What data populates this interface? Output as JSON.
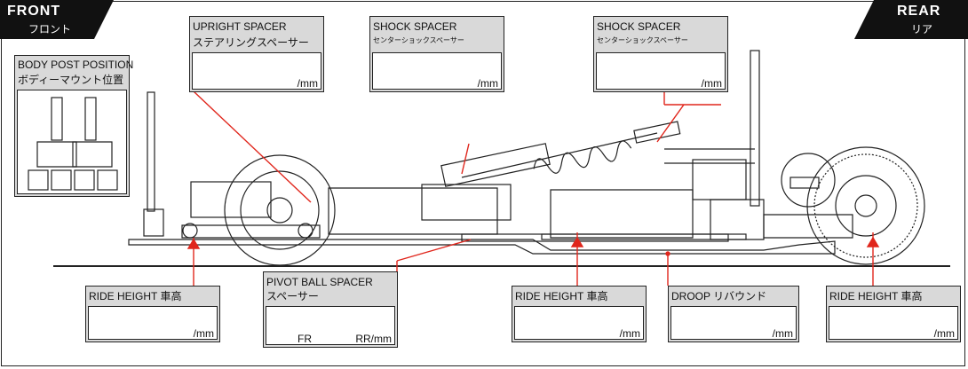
{
  "corner_front": {
    "en": "FRONT",
    "jp": "フロント"
  },
  "corner_rear": {
    "en": "REAR",
    "jp": "リア"
  },
  "body_post": {
    "title": "BODY POST POSITION",
    "subtitle": "ボディーマウント位置"
  },
  "upright_spacer": {
    "title": "UPRIGHT SPACER",
    "subtitle": "ステアリングスペーサー",
    "unit": "/mm"
  },
  "shock_spacer_front": {
    "title": "SHOCK SPACER",
    "subtitle": "センターショックスペーサー",
    "unit": "/mm"
  },
  "shock_spacer_rear": {
    "title": "SHOCK SPACER",
    "subtitle": "センターショックスペーサー",
    "unit": "/mm"
  },
  "ride_height_front": {
    "title": "RIDE HEIGHT 車高",
    "unit": "/mm"
  },
  "pivot_ball_spacer": {
    "title": "PIVOT BALL SPACER",
    "subtitle": "スペーサー",
    "fr_label": "FR",
    "rr_label": "RR/mm"
  },
  "ride_height_center": {
    "title": "RIDE HEIGHT 車高",
    "unit": "/mm"
  },
  "droop": {
    "title": "DROOP リバウンド",
    "unit": "/mm"
  },
  "ride_height_rear": {
    "title": "RIDE HEIGHT 車高",
    "unit": "/mm"
  },
  "colors": {
    "accent_red": "#e0261c",
    "label_gray": "#d9d9d9",
    "corner_black": "#111111"
  }
}
